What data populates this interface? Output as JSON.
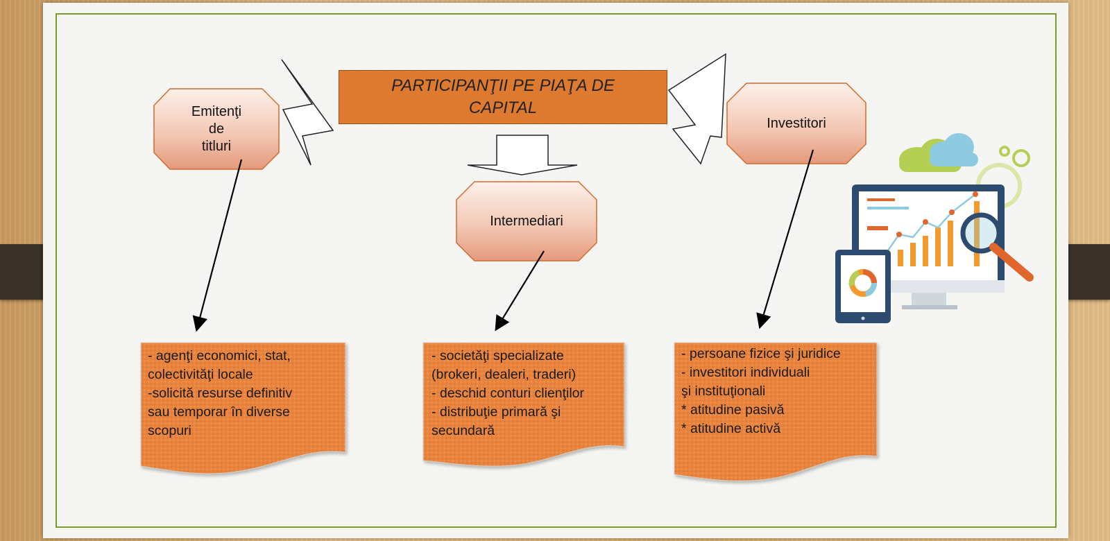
{
  "title": "PARTICIPANŢII PE PIAŢA DE CAPITAL",
  "nodes": {
    "emitenti": "Emitenţi\nde\ntitluri",
    "intermediari": "Intermediari",
    "investitori": "Investitori"
  },
  "boxes": {
    "emitenti": "- agenţi economici, stat,\ncolectivităţi locale\n-solicită resurse definitiv\nsau temporar în diverse\nscopuri",
    "intermediari": "- societăţi specializate\n(brokeri, dealeri, traderi)\n- deschid conturi clienţilor\n- distribuţie primară şi\nsecundară",
    "investitori": "- persoane fizice şi juridice\n- investitori individuali\nşi instituţionali\n * atitudine pasivă\n * atitudine activă"
  },
  "colors": {
    "title_fill": "#dd7a2f",
    "node_gradient_top": "#fdf0ea",
    "node_gradient_bottom": "#e8a88c",
    "box_fill": "#e9843f",
    "frame": "#7a9a2a"
  },
  "icon": "analytics-dashboard-illustration"
}
